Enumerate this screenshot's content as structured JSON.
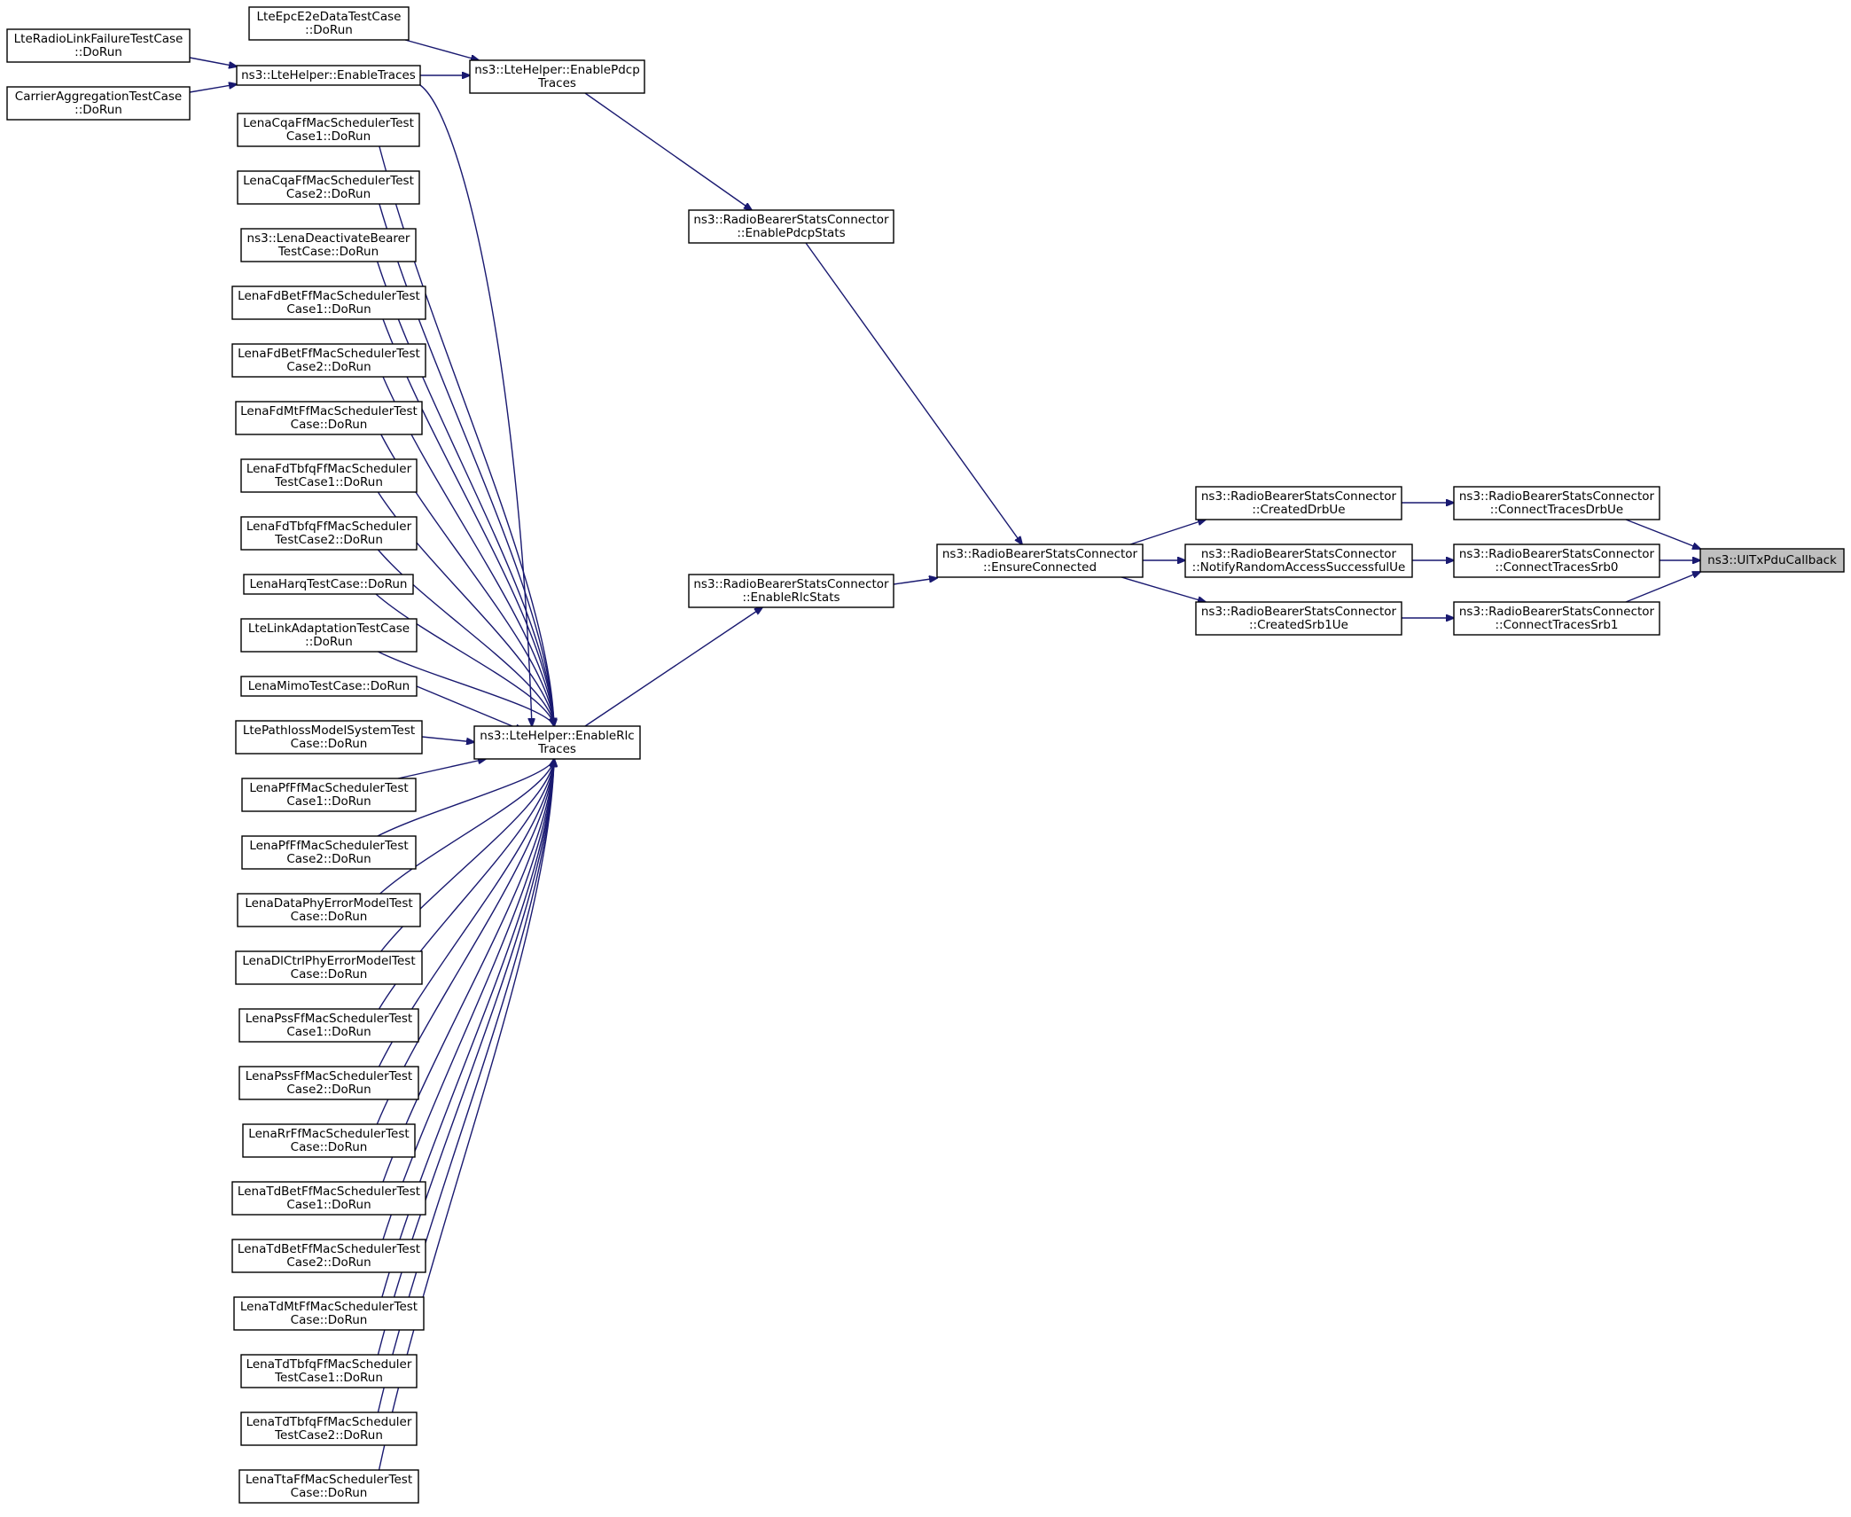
{
  "graph": {
    "kind": "caller-graph",
    "edge_color": "#191970",
    "root_fill": "#bfbfbf",
    "root": "ul_tx_pdu_callback",
    "nodes": [
      {
        "id": "ul_tx_pdu_callback",
        "lines": [
          "ns3::UlTxPduCallback"
        ]
      },
      {
        "id": "connect_traces_drb_ue",
        "lines": [
          "ns3::RadioBearerStatsConnector",
          "::ConnectTracesDrbUe"
        ]
      },
      {
        "id": "connect_traces_srb0",
        "lines": [
          "ns3::RadioBearerStatsConnector",
          "::ConnectTracesSrb0"
        ]
      },
      {
        "id": "connect_traces_srb1",
        "lines": [
          "ns3::RadioBearerStatsConnector",
          "::ConnectTracesSrb1"
        ]
      },
      {
        "id": "created_drb_ue",
        "lines": [
          "ns3::RadioBearerStatsConnector",
          "::CreatedDrbUe"
        ]
      },
      {
        "id": "notify_random_access",
        "lines": [
          "ns3::RadioBearerStatsConnector",
          "::NotifyRandomAccessSuccessfulUe"
        ]
      },
      {
        "id": "created_srb1_ue",
        "lines": [
          "ns3::RadioBearerStatsConnector",
          "::CreatedSrb1Ue"
        ]
      },
      {
        "id": "ensure_connected",
        "lines": [
          "ns3::RadioBearerStatsConnector",
          "::EnsureConnected"
        ]
      },
      {
        "id": "enable_pdcp_stats",
        "lines": [
          "ns3::RadioBearerStatsConnector",
          "::EnablePdcpStats"
        ]
      },
      {
        "id": "enable_rlc_stats",
        "lines": [
          "ns3::RadioBearerStatsConnector",
          "::EnableRlcStats"
        ]
      },
      {
        "id": "enable_pdcp_traces",
        "lines": [
          "ns3::LteHelper::EnablePdcp",
          "Traces"
        ]
      },
      {
        "id": "enable_rlc_traces",
        "lines": [
          "ns3::LteHelper::EnableRlc",
          "Traces"
        ]
      },
      {
        "id": "enable_traces",
        "lines": [
          "ns3::LteHelper::EnableTraces"
        ]
      },
      {
        "id": "lte_epc_e2e",
        "lines": [
          "LteEpcE2eDataTestCase",
          "::DoRun"
        ]
      },
      {
        "id": "lte_radio_link_failure",
        "lines": [
          "LteRadioLinkFailureTestCase",
          "::DoRun"
        ]
      },
      {
        "id": "carrier_aggregation",
        "lines": [
          "CarrierAggregationTestCase",
          "::DoRun"
        ]
      },
      {
        "id": "cqa1",
        "lines": [
          "LenaCqaFfMacSchedulerTest",
          "Case1::DoRun"
        ]
      },
      {
        "id": "cqa2",
        "lines": [
          "LenaCqaFfMacSchedulerTest",
          "Case2::DoRun"
        ]
      },
      {
        "id": "deactivate_bearer",
        "lines": [
          "ns3::LenaDeactivateBearer",
          "TestCase::DoRun"
        ]
      },
      {
        "id": "fdbet1",
        "lines": [
          "LenaFdBetFfMacSchedulerTest",
          "Case1::DoRun"
        ]
      },
      {
        "id": "fdbet2",
        "lines": [
          "LenaFdBetFfMacSchedulerTest",
          "Case2::DoRun"
        ]
      },
      {
        "id": "fdmt",
        "lines": [
          "LenaFdMtFfMacSchedulerTest",
          "Case::DoRun"
        ]
      },
      {
        "id": "fdtbfq1",
        "lines": [
          "LenaFdTbfqFfMacScheduler",
          "TestCase1::DoRun"
        ]
      },
      {
        "id": "fdtbfq2",
        "lines": [
          "LenaFdTbfqFfMacScheduler",
          "TestCase2::DoRun"
        ]
      },
      {
        "id": "harq",
        "lines": [
          "LenaHarqTestCase::DoRun"
        ]
      },
      {
        "id": "link_adaptation",
        "lines": [
          "LteLinkAdaptationTestCase",
          "::DoRun"
        ]
      },
      {
        "id": "mimo",
        "lines": [
          "LenaMimoTestCase::DoRun"
        ]
      },
      {
        "id": "pathloss",
        "lines": [
          "LtePathlossModelSystemTest",
          "Case::DoRun"
        ]
      },
      {
        "id": "pf1",
        "lines": [
          "LenaPfFfMacSchedulerTest",
          "Case1::DoRun"
        ]
      },
      {
        "id": "pf2",
        "lines": [
          "LenaPfFfMacSchedulerTest",
          "Case2::DoRun"
        ]
      },
      {
        "id": "data_phy_error",
        "lines": [
          "LenaDataPhyErrorModelTest",
          "Case::DoRun"
        ]
      },
      {
        "id": "dl_ctrl_phy_error",
        "lines": [
          "LenaDlCtrlPhyErrorModelTest",
          "Case::DoRun"
        ]
      },
      {
        "id": "pss1",
        "lines": [
          "LenaPssFfMacSchedulerTest",
          "Case1::DoRun"
        ]
      },
      {
        "id": "pss2",
        "lines": [
          "LenaPssFfMacSchedulerTest",
          "Case2::DoRun"
        ]
      },
      {
        "id": "rr",
        "lines": [
          "LenaRrFfMacSchedulerTest",
          "Case::DoRun"
        ]
      },
      {
        "id": "tdbet1",
        "lines": [
          "LenaTdBetFfMacSchedulerTest",
          "Case1::DoRun"
        ]
      },
      {
        "id": "tdbet2",
        "lines": [
          "LenaTdBetFfMacSchedulerTest",
          "Case2::DoRun"
        ]
      },
      {
        "id": "tdmt",
        "lines": [
          "LenaTdMtFfMacSchedulerTest",
          "Case::DoRun"
        ]
      },
      {
        "id": "tdtbfq1",
        "lines": [
          "LenaTdTbfqFfMacScheduler",
          "TestCase1::DoRun"
        ]
      },
      {
        "id": "tdtbfq2",
        "lines": [
          "LenaTdTbfqFfMacScheduler",
          "TestCase2::DoRun"
        ]
      },
      {
        "id": "tta",
        "lines": [
          "LenaTtaFfMacSchedulerTest",
          "Case::DoRun"
        ]
      }
    ],
    "edges": [
      {
        "from": "connect_traces_drb_ue",
        "to": "ul_tx_pdu_callback"
      },
      {
        "from": "connect_traces_srb0",
        "to": "ul_tx_pdu_callback"
      },
      {
        "from": "connect_traces_srb1",
        "to": "ul_tx_pdu_callback"
      },
      {
        "from": "created_drb_ue",
        "to": "connect_traces_drb_ue"
      },
      {
        "from": "notify_random_access",
        "to": "connect_traces_srb0"
      },
      {
        "from": "created_srb1_ue",
        "to": "connect_traces_srb1"
      },
      {
        "from": "ensure_connected",
        "to": "created_drb_ue"
      },
      {
        "from": "ensure_connected",
        "to": "notify_random_access"
      },
      {
        "from": "ensure_connected",
        "to": "created_srb1_ue"
      },
      {
        "from": "enable_pdcp_stats",
        "to": "ensure_connected"
      },
      {
        "from": "enable_rlc_stats",
        "to": "ensure_connected"
      },
      {
        "from": "enable_pdcp_traces",
        "to": "enable_pdcp_stats"
      },
      {
        "from": "enable_rlc_traces",
        "to": "enable_rlc_stats"
      },
      {
        "from": "lte_epc_e2e",
        "to": "enable_pdcp_traces"
      },
      {
        "from": "enable_traces",
        "to": "enable_pdcp_traces"
      },
      {
        "from": "enable_traces",
        "to": "enable_rlc_traces"
      },
      {
        "from": "lte_radio_link_failure",
        "to": "enable_traces"
      },
      {
        "from": "carrier_aggregation",
        "to": "enable_traces"
      },
      {
        "from": "cqa1",
        "to": "enable_rlc_traces"
      },
      {
        "from": "cqa2",
        "to": "enable_rlc_traces"
      },
      {
        "from": "deactivate_bearer",
        "to": "enable_rlc_traces"
      },
      {
        "from": "fdbet1",
        "to": "enable_rlc_traces"
      },
      {
        "from": "fdbet2",
        "to": "enable_rlc_traces"
      },
      {
        "from": "fdmt",
        "to": "enable_rlc_traces"
      },
      {
        "from": "fdtbfq1",
        "to": "enable_rlc_traces"
      },
      {
        "from": "fdtbfq2",
        "to": "enable_rlc_traces"
      },
      {
        "from": "harq",
        "to": "enable_rlc_traces"
      },
      {
        "from": "link_adaptation",
        "to": "enable_rlc_traces"
      },
      {
        "from": "mimo",
        "to": "enable_rlc_traces"
      },
      {
        "from": "pathloss",
        "to": "enable_rlc_traces"
      },
      {
        "from": "pf1",
        "to": "enable_rlc_traces"
      },
      {
        "from": "pf2",
        "to": "enable_rlc_traces"
      },
      {
        "from": "data_phy_error",
        "to": "enable_rlc_traces"
      },
      {
        "from": "dl_ctrl_phy_error",
        "to": "enable_rlc_traces"
      },
      {
        "from": "pss1",
        "to": "enable_rlc_traces"
      },
      {
        "from": "pss2",
        "to": "enable_rlc_traces"
      },
      {
        "from": "rr",
        "to": "enable_rlc_traces"
      },
      {
        "from": "tdbet1",
        "to": "enable_rlc_traces"
      },
      {
        "from": "tdbet2",
        "to": "enable_rlc_traces"
      },
      {
        "from": "tdmt",
        "to": "enable_rlc_traces"
      },
      {
        "from": "tdtbfq1",
        "to": "enable_rlc_traces"
      },
      {
        "from": "tdtbfq2",
        "to": "enable_rlc_traces"
      },
      {
        "from": "tta",
        "to": "enable_rlc_traces"
      }
    ]
  }
}
